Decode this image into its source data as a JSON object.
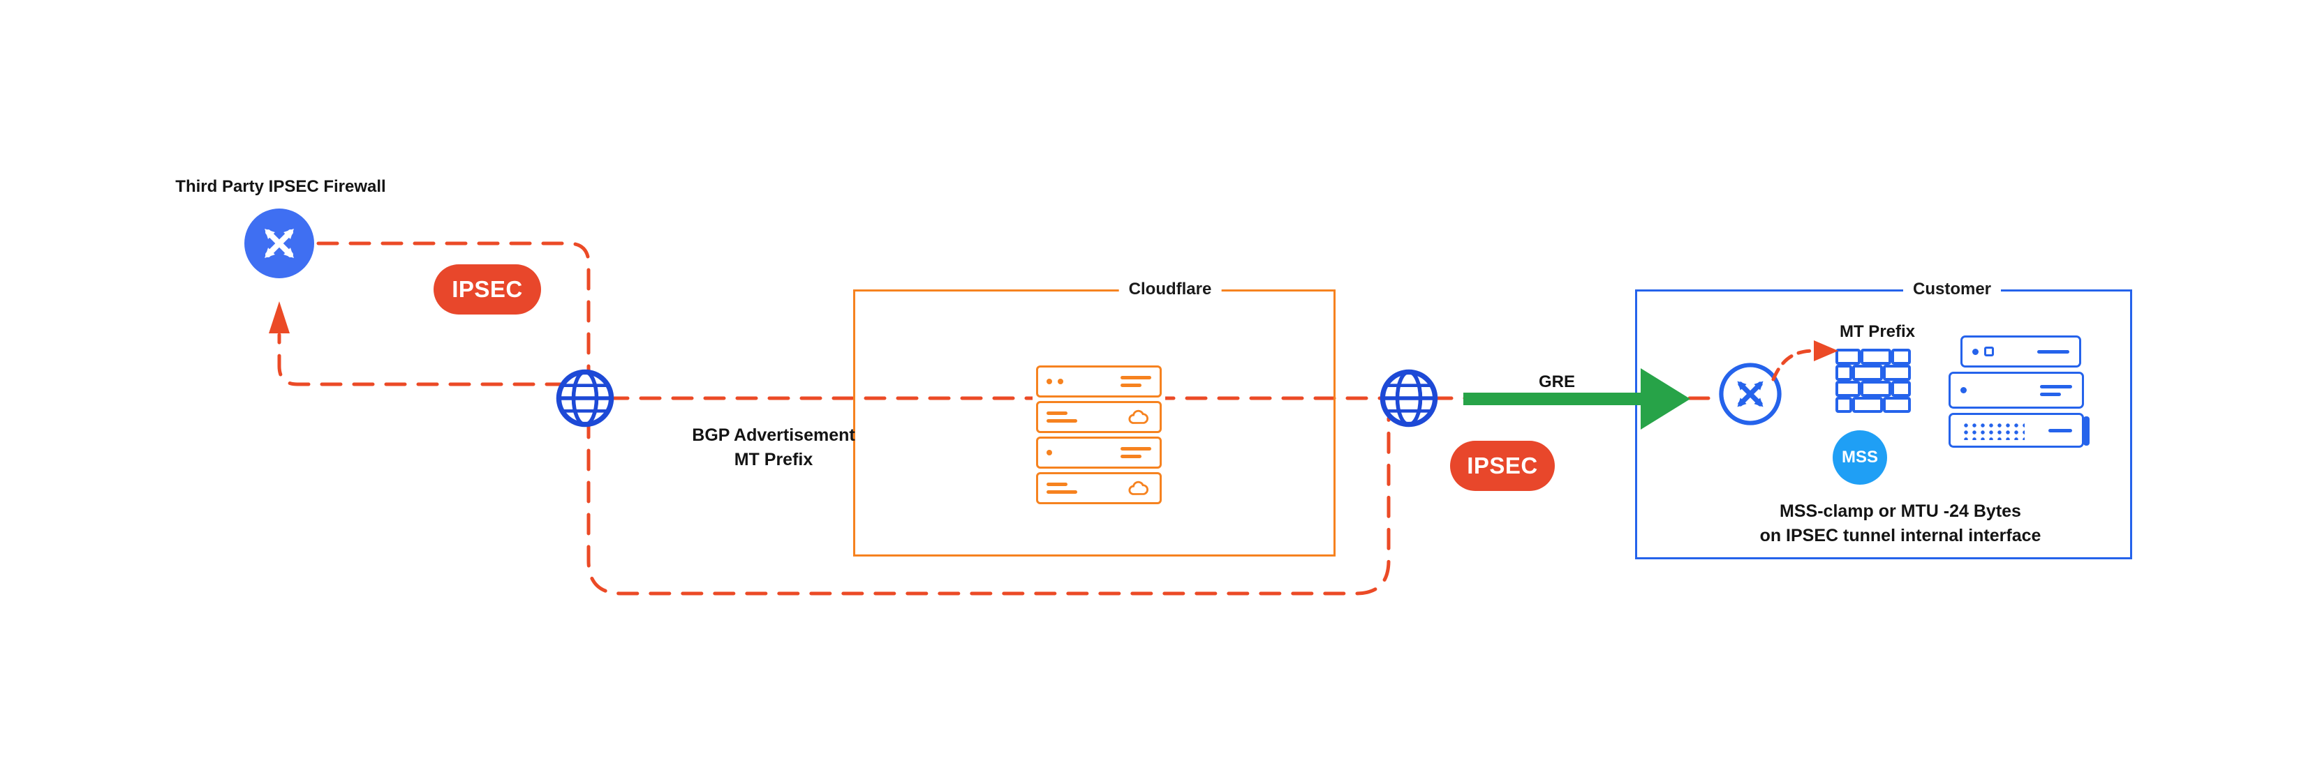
{
  "labels": {
    "third_party_firewall": "Third Party IPSEC Firewall",
    "ipsec_tunnel_left": "IPSEC",
    "bgp_advertisement": "BGP Advertisement",
    "bgp_mt_prefix": "MT Prefix",
    "cloudflare_box": "Cloudflare",
    "gre": "GRE",
    "ipsec_tunnel_right": "IPSEC",
    "customer_box": "Customer",
    "customer_mt_prefix": "MT Prefix",
    "mss_badge": "MSS",
    "note_line1": "MSS-clamp or MTU -24 Bytes",
    "note_line2": "on IPSEC tunnel internal interface"
  },
  "icons": {
    "left_router": "router-crossing-arrows-icon",
    "left_globe": "internet-globe-icon",
    "cloudflare_servers": "server-stack-icon",
    "right_globe": "internet-globe-icon",
    "gre_arrow": "green-tunnel-arrow-icon",
    "customer_router": "router-crossing-arrows-icon",
    "customer_firewall": "firewall-bricks-icon",
    "customer_servers": "server-stack-icon"
  },
  "colors": {
    "orange": "#F6821F",
    "red_orange": "#EB4A26",
    "blue": "#2563EB",
    "dark_blue": "#1D49D6",
    "light_blue": "#1F9FF5",
    "green": "#27A348",
    "text": "#141414"
  }
}
